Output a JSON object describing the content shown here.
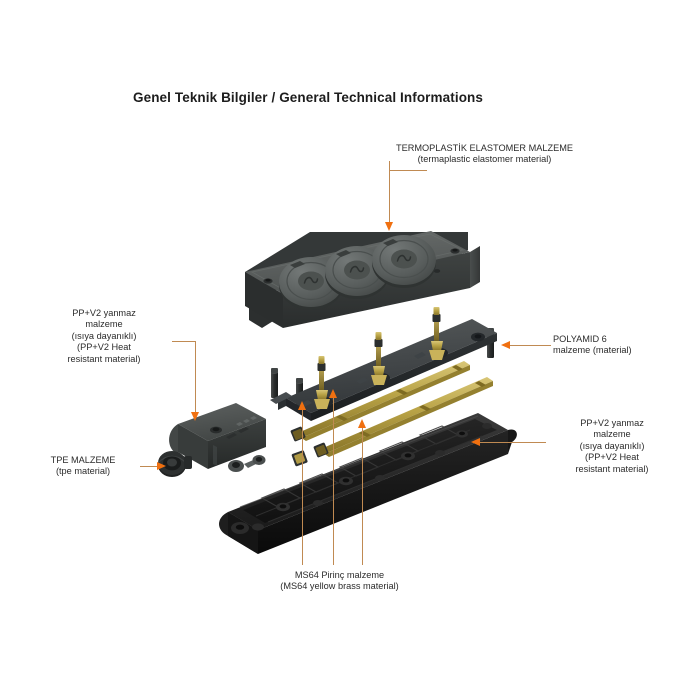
{
  "page": {
    "title": "Genel Teknik Bilgiler / General Technical Informations",
    "background_color": "#ffffff",
    "text_color": "#2b2b2b",
    "leader_line_color": "#c08a52",
    "arrow_color": "#f07010"
  },
  "diagram": {
    "type": "exploded-assembly",
    "subject": "3-gang weatherproof socket outlet block",
    "parts": [
      {
        "name": "top-cover-with-lids",
        "color": "#5a5e5d",
        "material_ref": "termoplastik"
      },
      {
        "name": "contact-carrier-plate",
        "color": "#3b3f3f",
        "material_ref": "polyamid"
      },
      {
        "name": "brass-busbar-rails",
        "color": "#b19a3e",
        "material_ref": "ms64"
      },
      {
        "name": "base-tray",
        "color": "#1b1b1b",
        "material_ref": "ppv2_right"
      },
      {
        "name": "cable-entry-endcap",
        "color": "#4a4e4d",
        "material_ref": "ppv2_left"
      },
      {
        "name": "tpe-grommet",
        "color": "#2a2a2a",
        "material_ref": "tpe"
      },
      {
        "name": "fixing-screws",
        "color": "#3a3d3d"
      }
    ]
  },
  "callouts": {
    "termoplastik": {
      "lines": [
        "TERMOPLASTİK ELASTOMER MALZEME",
        "(termaplastic elastomer material)"
      ]
    },
    "ppv2_left": {
      "lines": [
        "PP+V2 yanmaz",
        "malzeme",
        "(ısıya dayanıklı)",
        "(PP+V2 Heat",
        "resistant material)"
      ]
    },
    "tpe": {
      "lines": [
        "TPE MALZEME",
        "(tpe material)"
      ]
    },
    "polyamid": {
      "lines": [
        "POLYAMID 6",
        "malzeme (material)"
      ]
    },
    "ppv2_right": {
      "lines": [
        "PP+V2 yanmaz",
        "malzeme",
        "(ısıya dayanıklı)",
        "(PP+V2 Heat",
        "resistant material)"
      ]
    },
    "ms64": {
      "lines": [
        "MS64 Pirinç malzeme",
        "(MS64 yellow brass material)"
      ]
    }
  }
}
